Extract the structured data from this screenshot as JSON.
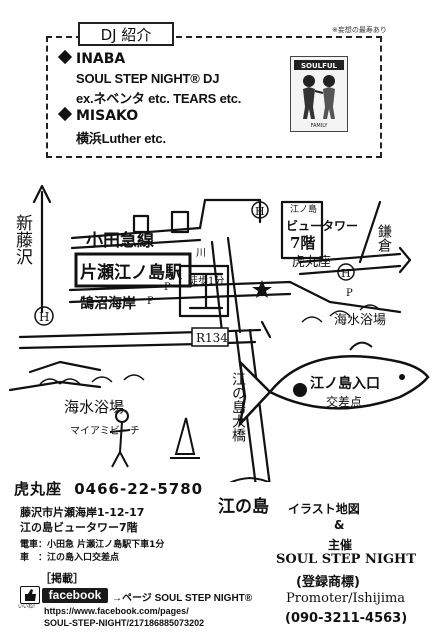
{
  "dj_section": {
    "title": "DJ 紹介",
    "note": "※妄想の最寿あり",
    "djs": [
      {
        "name": "INABA",
        "lines": [
          "SOUL STEP NIGHT® DJ",
          "ex.ネベンタ etc. TEARS etc."
        ]
      },
      {
        "name": "MISAKO",
        "lines": [
          "横浜Luther etc."
        ]
      }
    ],
    "record_label": "FAMILY",
    "record_top": "SOULFUL"
  },
  "map_labels": {
    "shin_fujisawa": "新藤沢",
    "odakyu_line": "小田急線",
    "katase_station": "片瀬江ノ島駅",
    "enoshima_tower_small": "江ノ島",
    "enoshima_tower": "ビュータワー",
    "floor": "7階",
    "toramaru": "虎丸座",
    "kamakura": "鎌倉",
    "walk": "徒歩1分",
    "kugenuma": "鵠沼海岸",
    "r134": "R134",
    "beach_right": "海水浴場",
    "beach_left": "海水浴場",
    "maiami": "マイアミビーチ",
    "bridge": "江の島大橋",
    "entrance": "江ノ島入口",
    "intersection": "交差点",
    "island": "江の島",
    "kawa": "川",
    "h1": "H",
    "h2": "H",
    "h3": "H",
    "p1": "P",
    "p2": "P",
    "p3": "P"
  },
  "venue": {
    "name": "虎丸座",
    "phone": "0466-22-5780",
    "address1": "藤沢市片瀬海岸1-12-17",
    "address2": "江の島ビュータワー7階",
    "train": "電車：小田急 片瀬江ノ島駅下車1分",
    "car": "車　：江の島入口交差点"
  },
  "right_info": {
    "map_title": "イラスト地図",
    "amp": "&",
    "host": "主催",
    "event": "SOUL STEP NIGHT",
    "registered": "(登録商標)",
    "promoter": "Promoter/Ishijima",
    "promoter_phone": "(090-3211-4563)"
  },
  "listing": {
    "label": "［掲載］",
    "iine": "いいね!",
    "facebook": "facebook",
    "arrow_page": "→ページ SOUL STEP NIGHT®",
    "url1": "https://www.facebook.com/pages/",
    "url2": "SOUL-STEP-NIGHT/217186885073202"
  }
}
